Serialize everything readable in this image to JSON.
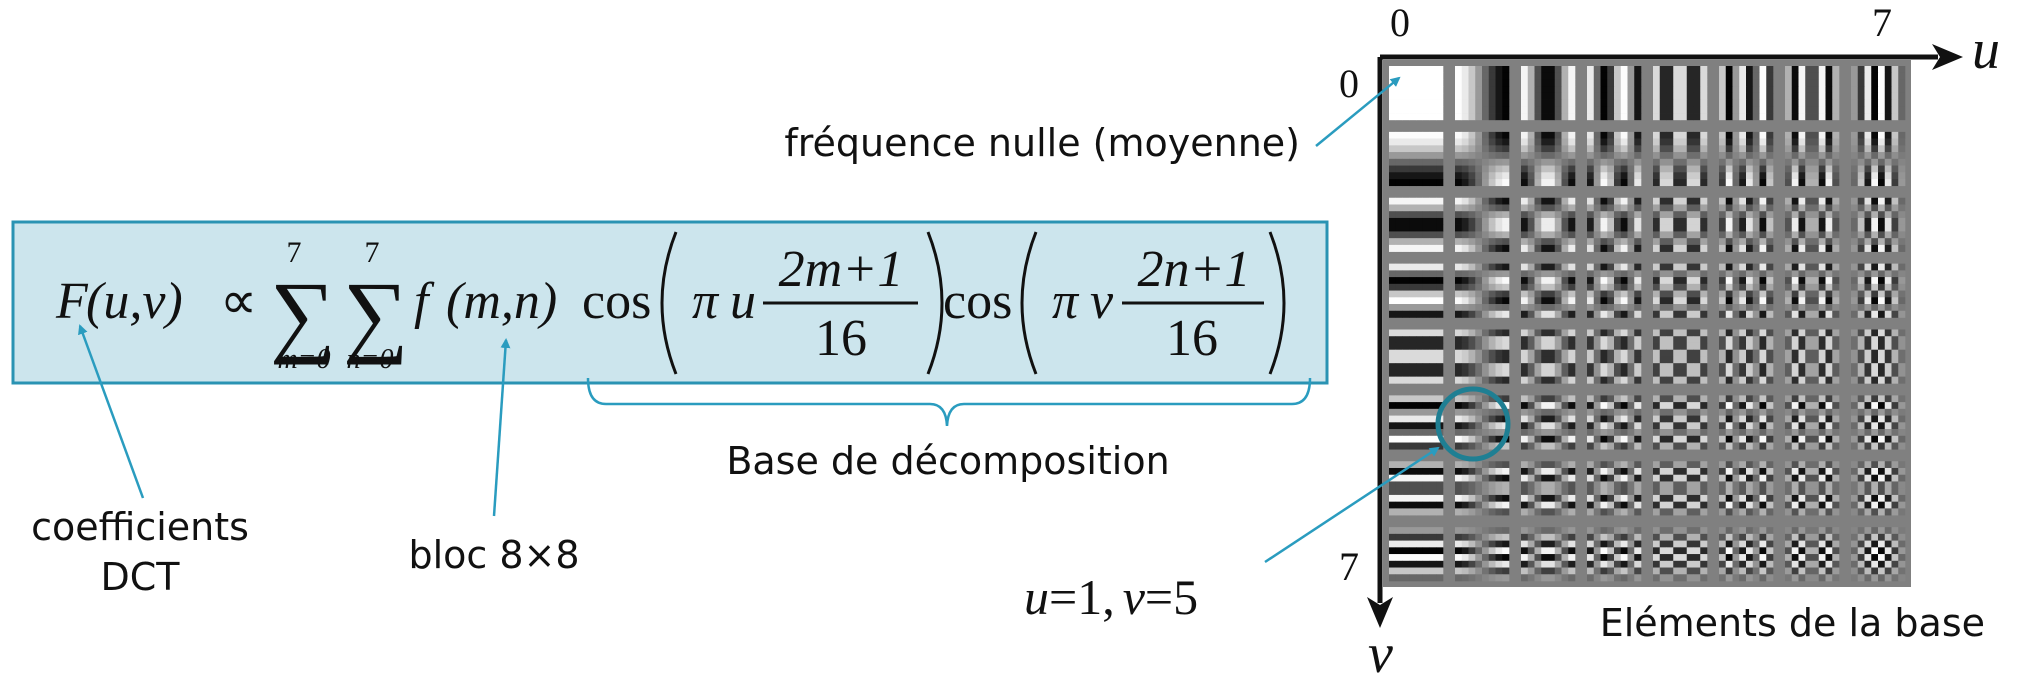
{
  "diagram": {
    "colors": {
      "formula_box_fill": "#CCE5ED",
      "formula_box_stroke": "#2A93B3",
      "annotation_line": "#2A9CBF",
      "highlight_circle": "#1F7F93",
      "grid_background": "#808080"
    },
    "basis_grid": {
      "size": 8,
      "u_axis_label": "u",
      "v_axis_label": "v",
      "u_tick_start": "0",
      "u_tick_end": "7",
      "v_tick_start": "0",
      "v_tick_end": "7",
      "highlight": {
        "u": 1,
        "v": 5
      }
    },
    "labels": {
      "zero_frequency": "fréquence nulle (moyenne)",
      "coefficients_line1": "coefficients",
      "coefficients_line2": "DCT",
      "block": "bloc 8×8",
      "base": "Base de décomposition",
      "elements": "Eléments de la base",
      "example_u_var": "u",
      "example_u_eq": "=1,",
      "example_v_var": "v",
      "example_v_eq": "=5"
    },
    "formula": {
      "lhs": "F",
      "lhs_args": "(u,v)",
      "proportional": "∝",
      "sum_symbol": "∑",
      "sum_upper": "7",
      "sum1_lower": "m=0",
      "sum2_lower": "n=0",
      "signal": "f",
      "signal_args": "(m,n)",
      "cos": "cos",
      "pi": "π",
      "u": "u",
      "v": "v",
      "numerator_u": "2m+1",
      "numerator_v": "2n+1",
      "denominator": "16"
    }
  }
}
